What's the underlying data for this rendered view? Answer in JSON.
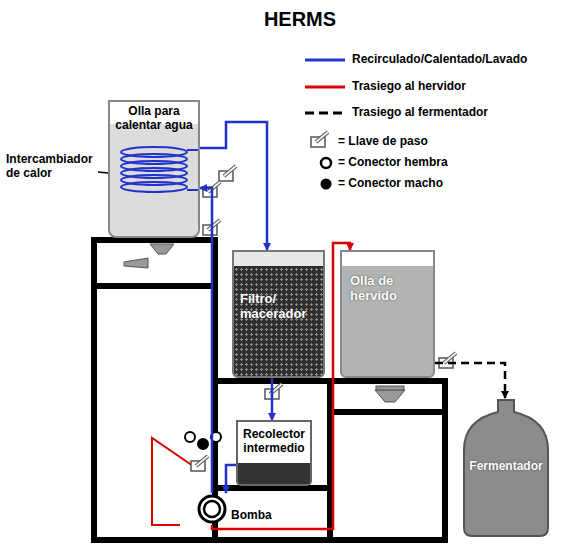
{
  "diagram": {
    "title": "HERMS",
    "nodes": [
      {
        "text": [
          "Olla para calentar agua"
        ]
      },
      {
        "text": [
          "Filtro/ macerador"
        ]
      },
      {
        "text": [
          "Olla de hervido"
        ]
      },
      {
        "text": [
          "Recolector intermedio"
        ]
      },
      {
        "text": [
          "Bomba"
        ]
      },
      {
        "text": [
          "Fermentador"
        ]
      }
    ],
    "edges": [
      {
        "from": 0,
        "to": 1,
        "arrow": "to"
      },
      {
        "from": 1,
        "to": 3,
        "arrow": "to"
      },
      {
        "from": 3,
        "to": 4,
        "arrow": "to"
      },
      {
        "from": 4,
        "to": 0,
        "arrow": "to"
      },
      {
        "from": 4,
        "to": 2,
        "arrow": "to"
      },
      {
        "from": 2,
        "to": 5,
        "arrow": "to"
      }
    ],
    "labels": [
      "Intercambiador de calor"
    ],
    "legend": [
      {
        "text": "Recirculado/Calentado/Lavado"
      },
      {
        "text": "Trasiego al hervidor"
      },
      {
        "text": "Trasiego al fermentador"
      },
      {
        "text": "= Llave de paso"
      },
      {
        "text": "= Conector hembra"
      },
      {
        "text": "= Conector macho"
      }
    ]
  }
}
